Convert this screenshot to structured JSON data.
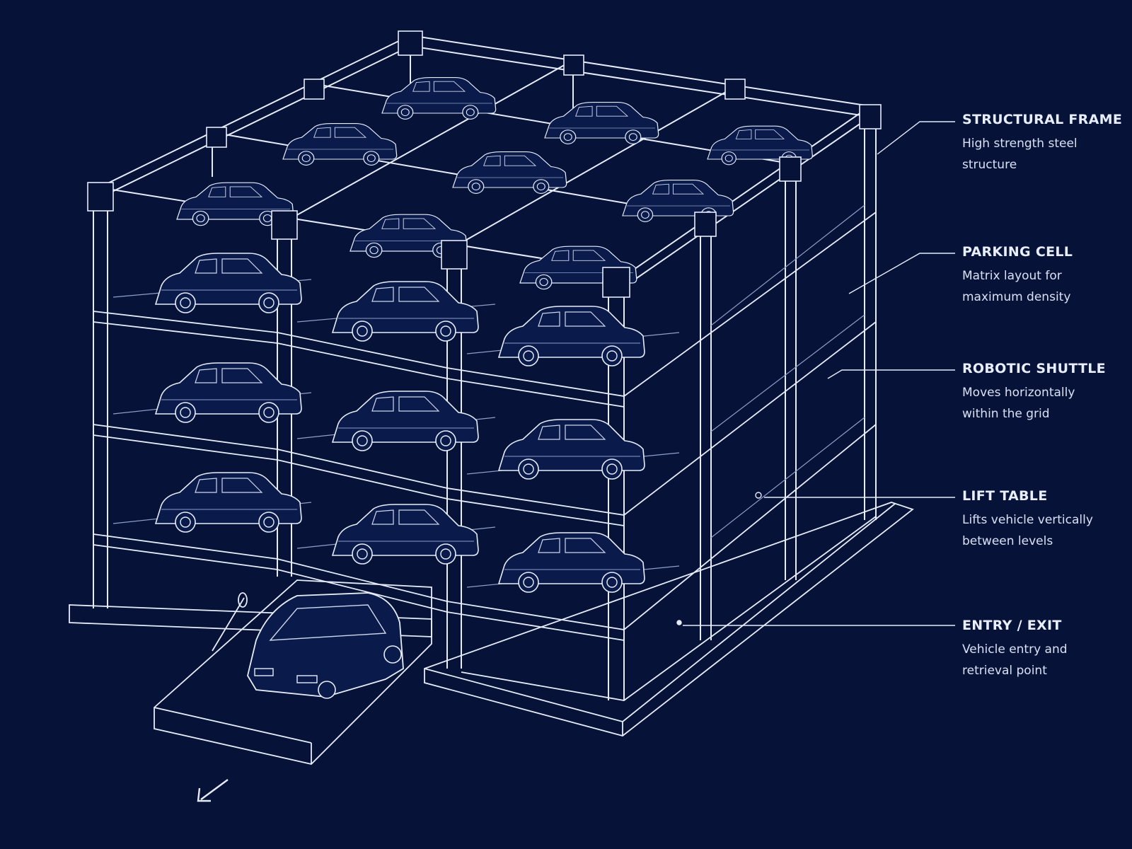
{
  "callouts": [
    {
      "title": "STRUCTURAL FRAME",
      "desc": "High strength steel\nstructure"
    },
    {
      "title": "PARKING CELL",
      "desc": "Matrix layout for\nmaximum density"
    },
    {
      "title": "ROBOTIC SHUTTLE",
      "desc": "Moves horizontally\nwithin the grid"
    },
    {
      "title": "LIFT TABLE",
      "desc": "Lifts vehicle vertically\nbetween levels"
    },
    {
      "title": "ENTRY / EXIT",
      "desc": "Vehicle entry and\nretrieval point"
    }
  ],
  "colors": {
    "background": "#061238",
    "line": "#e6ecfa",
    "line_faint": "#8f9fc9",
    "car_fill": "#0a1a4a"
  },
  "icons": {
    "exit_direction": "arrow-down-left-icon"
  }
}
